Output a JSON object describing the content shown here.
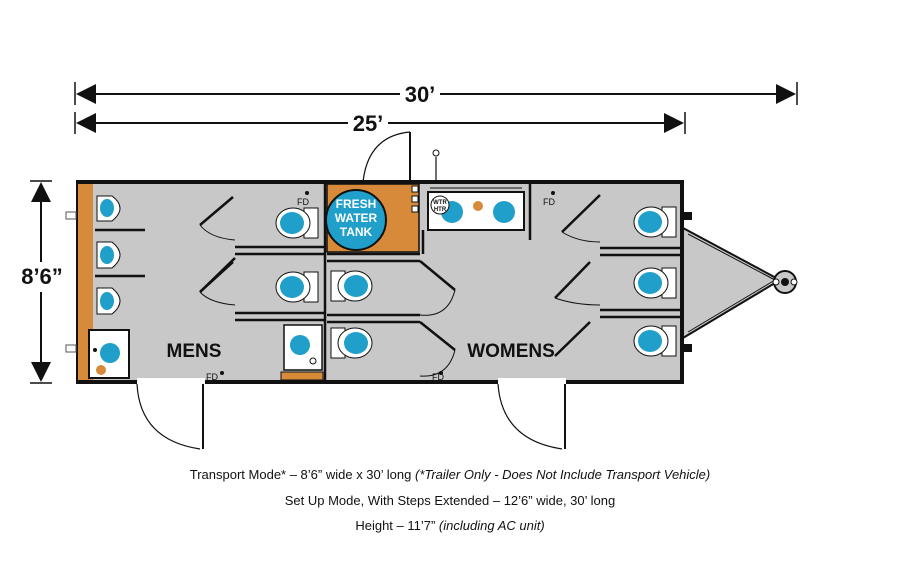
{
  "dimensions": {
    "overall_length": "30’",
    "body_length": "25’",
    "width": "8’6”"
  },
  "rooms": {
    "mens": "MENS",
    "womens": "WOMENS"
  },
  "tank": {
    "line1": "FRESH",
    "line2": "WATER",
    "line3": "TANK"
  },
  "labels": {
    "floor_drain": "FD",
    "water_heater_1": "WTR",
    "water_heater_2": "HTR"
  },
  "captions": {
    "transport_main": "Transport Mode* – 8’6” wide x 30’ long ",
    "transport_note": "(*Trailer Only - Does Not Include Transport Vehicle)",
    "setup": "Set Up Mode, With Steps Extended – 12’6” wide, 30’ long",
    "height_main": "Height – 11’7” ",
    "height_note": "(including AC unit)"
  },
  "colors": {
    "floor": "#c8c8c8",
    "fixture": "#1f9fc9",
    "tank_room": "#d68a3a",
    "wall": "#111111"
  }
}
